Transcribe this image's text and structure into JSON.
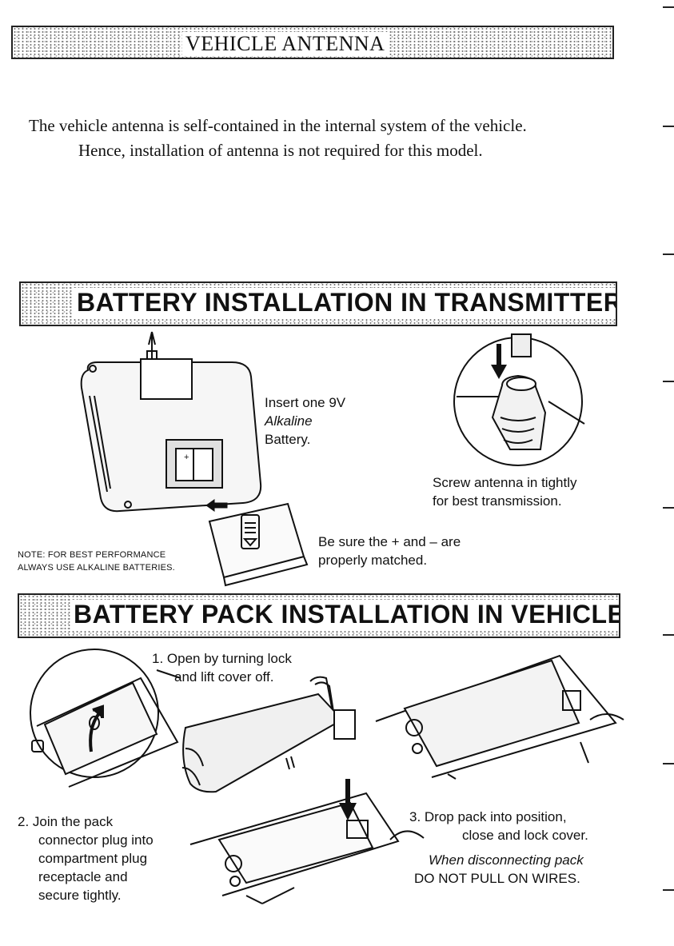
{
  "sections": {
    "vehicle_antenna": {
      "title": "VEHICLE ANTENNA",
      "body_line_1": "The vehicle antenna is self-contained in the internal system of the vehicle.",
      "body_line_2": "Hence, installation of antenna is not required for this model."
    },
    "transmitter": {
      "title": "BATTERY INSTALLATION IN TRANSMITTER",
      "insert_note": [
        "Insert one 9V",
        "Alkaline",
        "Battery."
      ],
      "antenna_note": [
        "Screw antenna in tightly",
        "for best transmission."
      ],
      "polarity_note": [
        "Be sure the + and – are",
        "properly matched."
      ],
      "battery_warning": [
        "NOTE: FOR BEST PERFORMANCE",
        "ALWAYS USE ALKALINE BATTERIES."
      ]
    },
    "vehicle": {
      "title": "BATTERY PACK INSTALLATION IN VEHICLE",
      "step_1": [
        "1. Open by turning lock",
        "and lift cover off."
      ],
      "step_2": [
        "2. Join the pack",
        "connector plug into",
        "compartment plug",
        "receptacle and",
        "secure tightly."
      ],
      "step_3": [
        "3. Drop pack into position,",
        "close and lock cover."
      ],
      "caution": [
        "When disconnecting pack",
        "DO NOT PULL ON WIRES."
      ]
    }
  },
  "icons": [
    "down-arrow-icon",
    "up-arrow-icon",
    "curved-arrow-icon"
  ]
}
